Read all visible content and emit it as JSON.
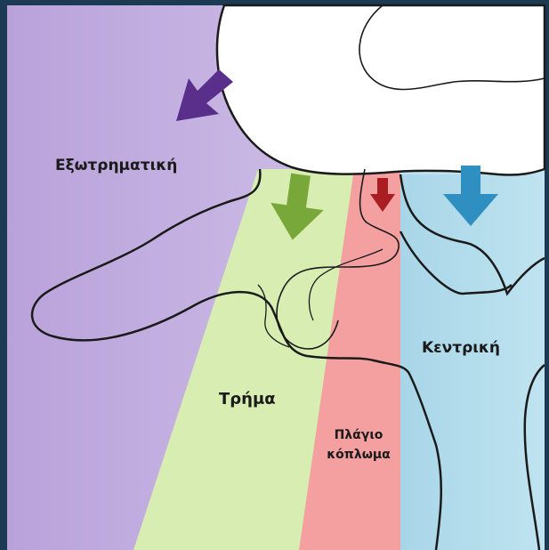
{
  "labels": {
    "external": "Εξωτρηματική",
    "foraminal": "Τρήμα",
    "lateral_line1": "Πλάγιο",
    "lateral_line2": "κόπλωμα",
    "central": "Κεντρική"
  },
  "colors": {
    "frame": "#1d3a55",
    "external_zone": "#c9b6e2",
    "foraminal_zone": "#d9edb4",
    "lateral_zone": "#f6a0a0",
    "central_zone": "#aad8ea",
    "external_arrow": "#5b2f8e",
    "foraminal_arrow": "#7aa83a",
    "lateral_arrow": "#a81e22",
    "central_arrow": "#2f8fc0"
  },
  "icons": [
    "arrow-down-left-icon",
    "arrow-down-icon"
  ]
}
